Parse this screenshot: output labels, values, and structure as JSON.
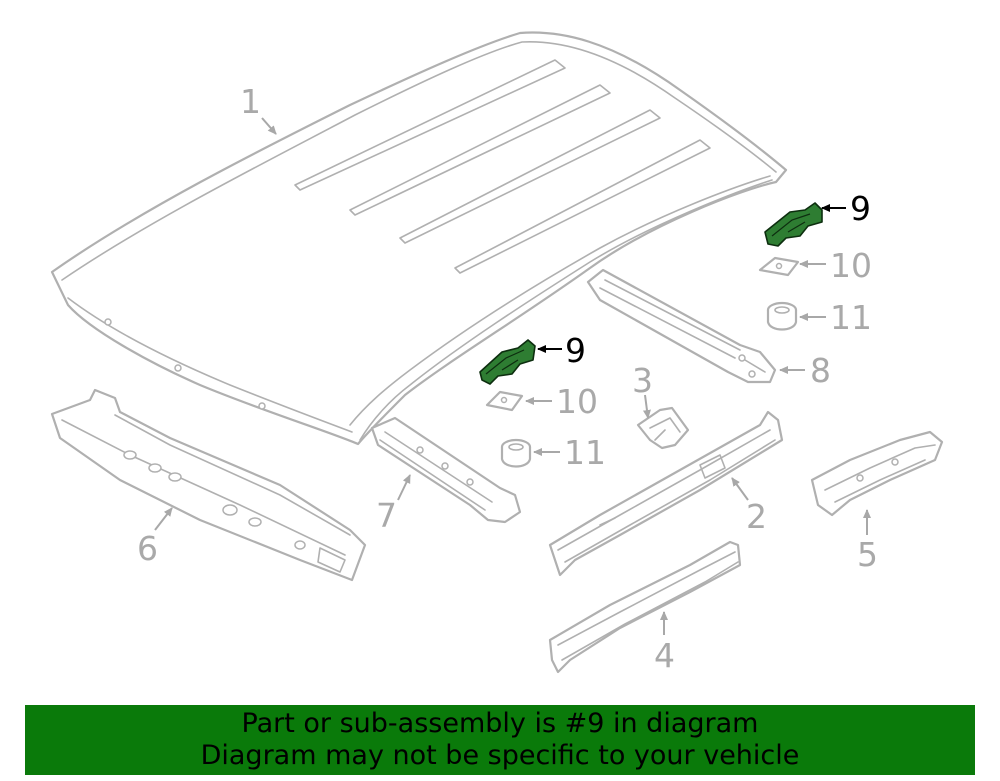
{
  "callouts": {
    "c1": "1",
    "c2": "2",
    "c3": "3",
    "c4": "4",
    "c5": "5",
    "c6": "6",
    "c7": "7",
    "c8": "8",
    "c9a": "9",
    "c9b": "9",
    "c10a": "10",
    "c10b": "10",
    "c11a": "11",
    "c11b": "11"
  },
  "highlight": {
    "part_number": "9",
    "color": "#2e7d32"
  },
  "banner": {
    "line1": "Part or sub-assembly is #9 in diagram",
    "line2": "Diagram may not be specific to your vehicle",
    "background": "#0a7a0a"
  }
}
